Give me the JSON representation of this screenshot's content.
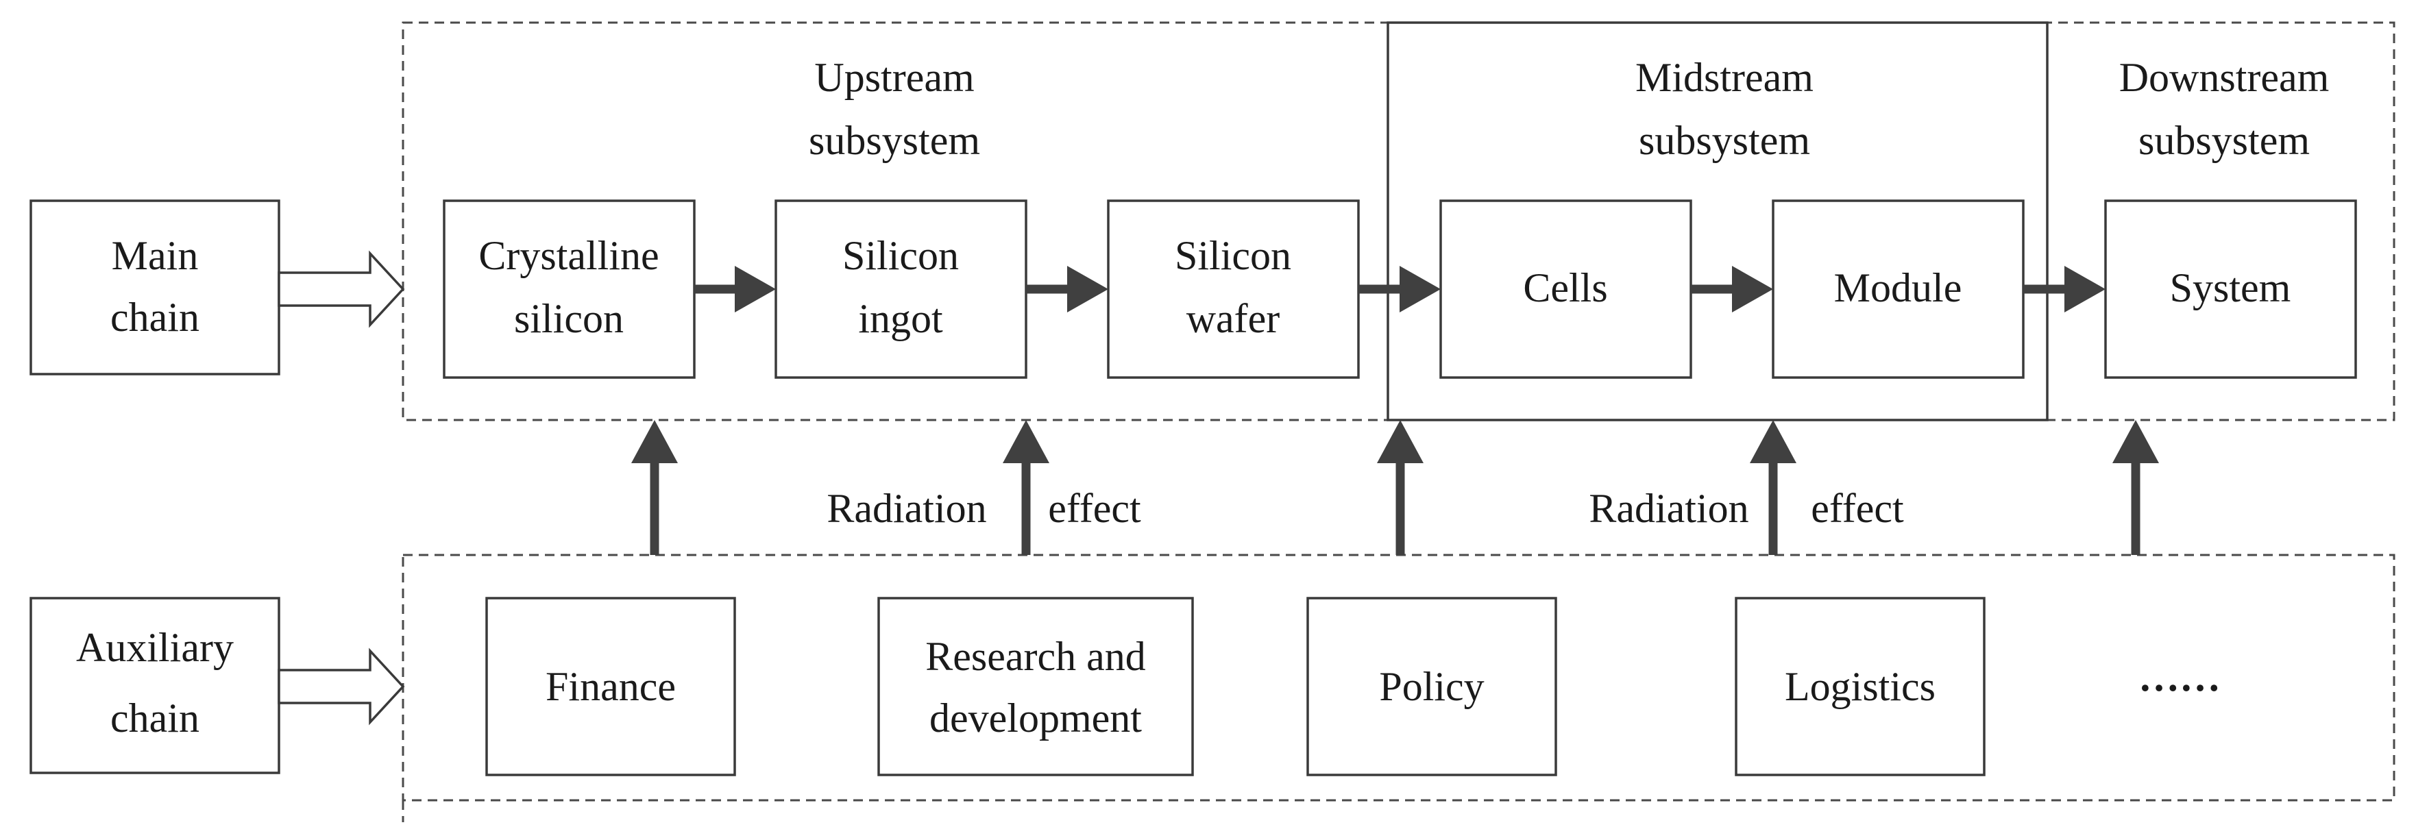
{
  "left_labels": {
    "main_chain": [
      "Main",
      "chain"
    ],
    "auxiliary_chain": [
      "Auxiliary",
      "chain"
    ]
  },
  "subsystems": {
    "upstream": [
      "Upstream",
      "subsystem"
    ],
    "midstream": [
      "Midstream",
      "subsystem"
    ],
    "downstream": [
      "Downstream",
      "subsystem"
    ]
  },
  "main_nodes": [
    [
      "Crystalline",
      "silicon"
    ],
    [
      "Silicon",
      "ingot"
    ],
    [
      "Silicon",
      "wafer"
    ],
    [
      "Cells"
    ],
    [
      "Module"
    ],
    [
      "System"
    ]
  ],
  "aux_nodes": [
    [
      "Finance"
    ],
    [
      "Research and",
      "development"
    ],
    [
      "Policy"
    ],
    [
      "Logistics"
    ]
  ],
  "aux_ellipsis": "……",
  "radiation_labels": [
    {
      "word1": "Radiation",
      "word2": "effect"
    },
    {
      "word1": "Radiation",
      "word2": "effect"
    }
  ],
  "colors": {
    "stroke": "#3a3a3a",
    "arrow": "#404040",
    "text": "#1a1a1a",
    "background": "#ffffff"
  }
}
